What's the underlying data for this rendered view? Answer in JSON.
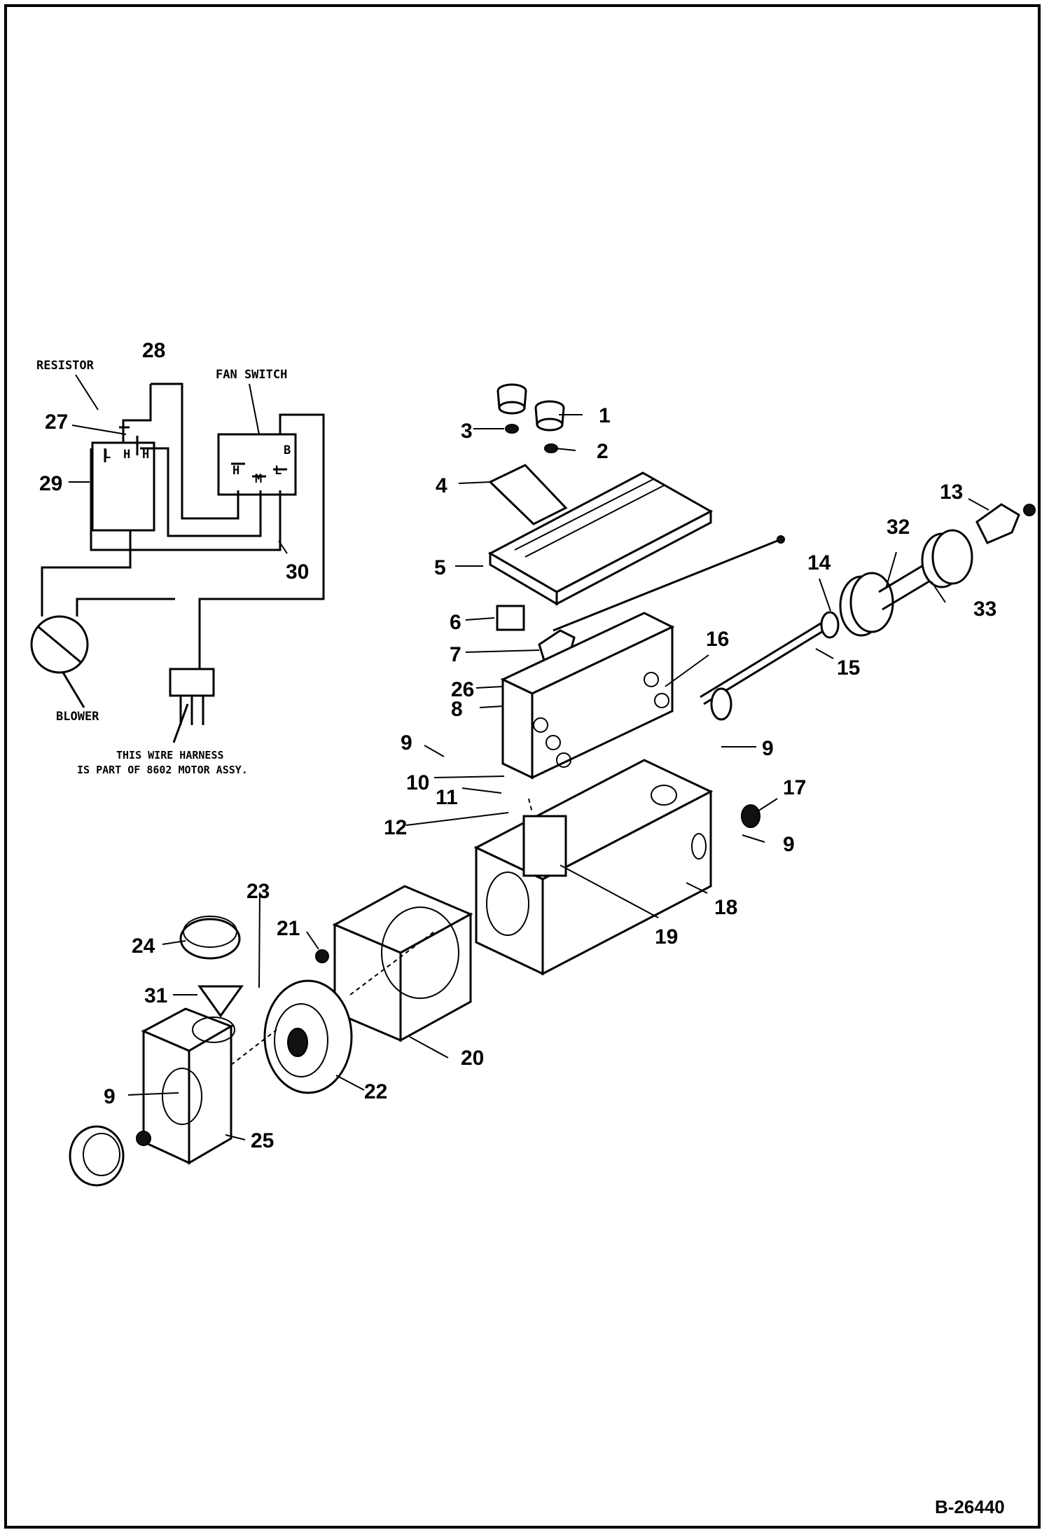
{
  "figure_number": "B-26440",
  "schematic": {
    "resistor_label": "RESISTOR",
    "fan_switch_label": "FAN SWITCH",
    "blower_label": "BLOWER",
    "harness_note_line1": "THIS WIRE HARNESS",
    "harness_note_line2": "IS PART OF 8602 MOTOR ASSY.",
    "terminal_H": "H",
    "terminal_L": "L",
    "terminal_M": "M",
    "terminal_B": "B"
  },
  "callouts": [
    "1",
    "2",
    "3",
    "4",
    "5",
    "6",
    "7",
    "8",
    "9",
    "10",
    "11",
    "12",
    "13",
    "14",
    "15",
    "16",
    "17",
    "18",
    "19",
    "20",
    "21",
    "22",
    "23",
    "24",
    "25",
    "26",
    "27",
    "28",
    "29",
    "30",
    "31",
    "32",
    "33"
  ],
  "repeat_callout_9": "9"
}
